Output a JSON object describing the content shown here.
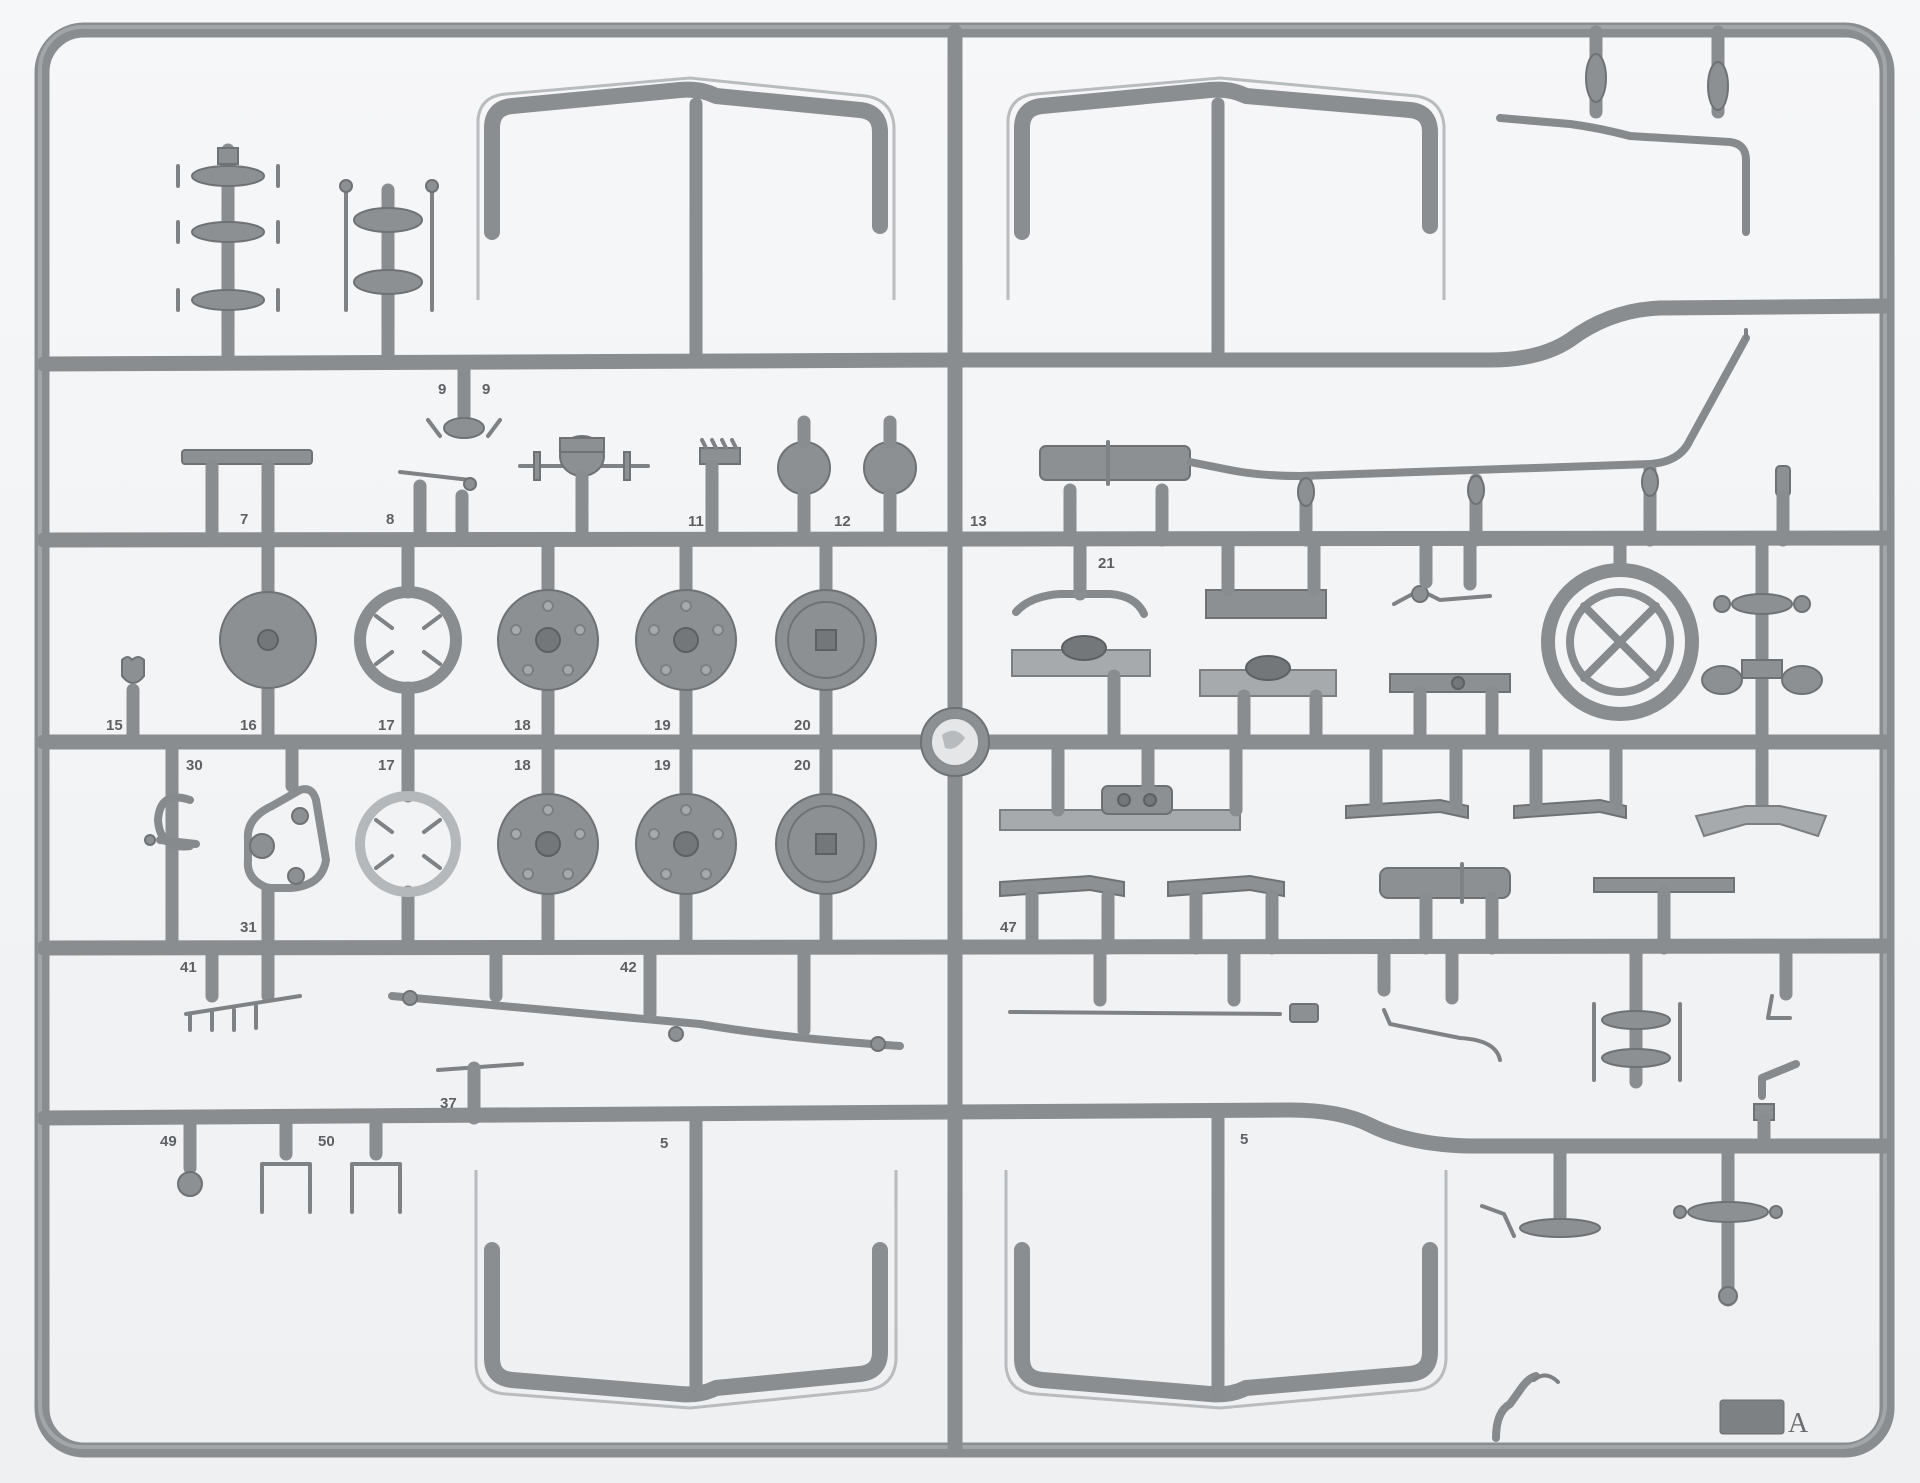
{
  "sprue": {
    "letter": "A",
    "colors": {
      "plastic": "#8a8d90",
      "background": "#f2f3f5"
    },
    "part_numbers": [
      {
        "id": "n7",
        "text": "7"
      },
      {
        "id": "n8",
        "text": "8"
      },
      {
        "id": "n9a",
        "text": "9"
      },
      {
        "id": "n9b",
        "text": "9"
      },
      {
        "id": "n11",
        "text": "11"
      },
      {
        "id": "n12",
        "text": "12"
      },
      {
        "id": "n13",
        "text": "13"
      },
      {
        "id": "n15",
        "text": "15"
      },
      {
        "id": "n16",
        "text": "16"
      },
      {
        "id": "n17a",
        "text": "17"
      },
      {
        "id": "n18a",
        "text": "18"
      },
      {
        "id": "n19a",
        "text": "19"
      },
      {
        "id": "n20a",
        "text": "20"
      },
      {
        "id": "n17b",
        "text": "17"
      },
      {
        "id": "n18b",
        "text": "18"
      },
      {
        "id": "n19b",
        "text": "19"
      },
      {
        "id": "n20b",
        "text": "20"
      },
      {
        "id": "n21",
        "text": "21"
      },
      {
        "id": "n30",
        "text": "30"
      },
      {
        "id": "n31",
        "text": "31"
      },
      {
        "id": "n37",
        "text": "37"
      },
      {
        "id": "n41",
        "text": "41"
      },
      {
        "id": "n42",
        "text": "42"
      },
      {
        "id": "n47",
        "text": "47"
      },
      {
        "id": "n49",
        "text": "49"
      },
      {
        "id": "n50",
        "text": "50"
      },
      {
        "id": "n5a",
        "text": "5"
      },
      {
        "id": "n5b",
        "text": "5"
      }
    ]
  }
}
